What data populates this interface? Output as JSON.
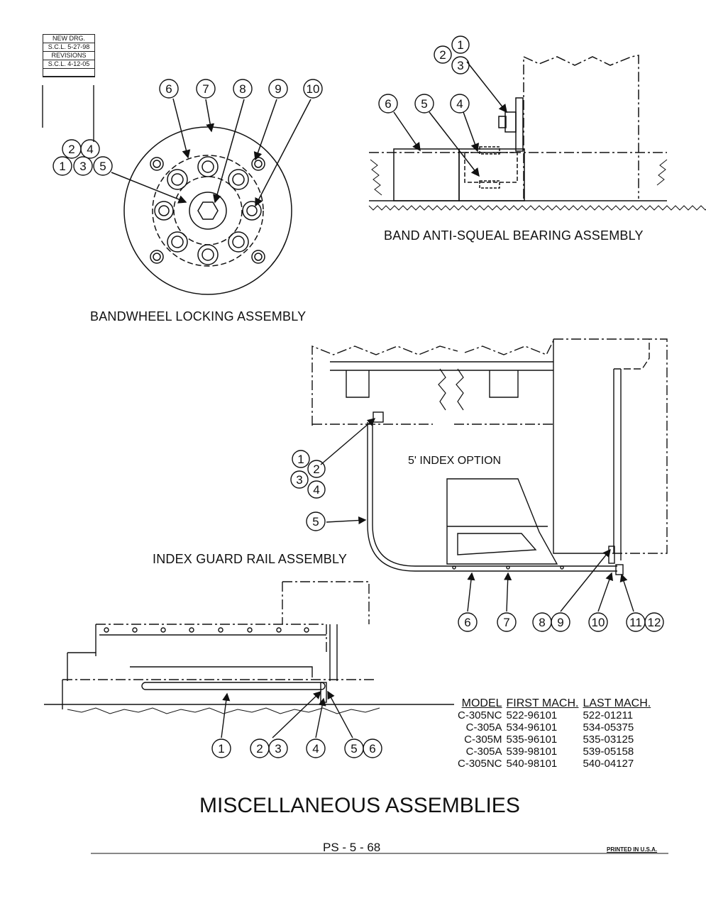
{
  "revision_block": {
    "rows": [
      "NEW DRG.",
      "S.C.L. 5-27-98",
      "REVISIONS",
      "S.C.L. 4-12-05"
    ]
  },
  "bandwheel": {
    "title": "BANDWHEEL LOCKING ASSEMBLY",
    "callouts": [
      "6",
      "7",
      "8",
      "9",
      "10",
      "2",
      "4",
      "1",
      "3",
      "5"
    ]
  },
  "anti_squeal": {
    "title": "BAND ANTI-SQUEAL BEARING ASSEMBLY",
    "callouts": [
      "1",
      "2",
      "3",
      "6",
      "5",
      "4"
    ]
  },
  "index_guard": {
    "title": "INDEX GUARD RAIL ASSEMBLY",
    "option_label": "5' INDEX OPTION",
    "callouts": [
      "1",
      "2",
      "3",
      "4",
      "5",
      "6",
      "7",
      "8",
      "9",
      "10",
      "11",
      "12"
    ]
  },
  "lower_assembly": {
    "callouts": [
      "1",
      "2",
      "3",
      "4",
      "5",
      "6"
    ]
  },
  "model_table": {
    "headers": [
      "MODEL",
      "FIRST MACH.",
      "LAST MACH."
    ],
    "rows": [
      [
        "C-305NC",
        "522-96101",
        "522-01211"
      ],
      [
        "C-305A",
        "534-96101",
        "534-05375"
      ],
      [
        "C-305M",
        "535-96101",
        "535-03125"
      ],
      [
        "C-305A",
        "539-98101",
        "539-05158"
      ],
      [
        "C-305NC",
        "540-98101",
        "540-04127"
      ]
    ]
  },
  "page": {
    "title": "MISCELLANEOUS ASSEMBLIES",
    "number": "PS - 5 - 68",
    "printed": "PRINTED IN U.S.A."
  }
}
